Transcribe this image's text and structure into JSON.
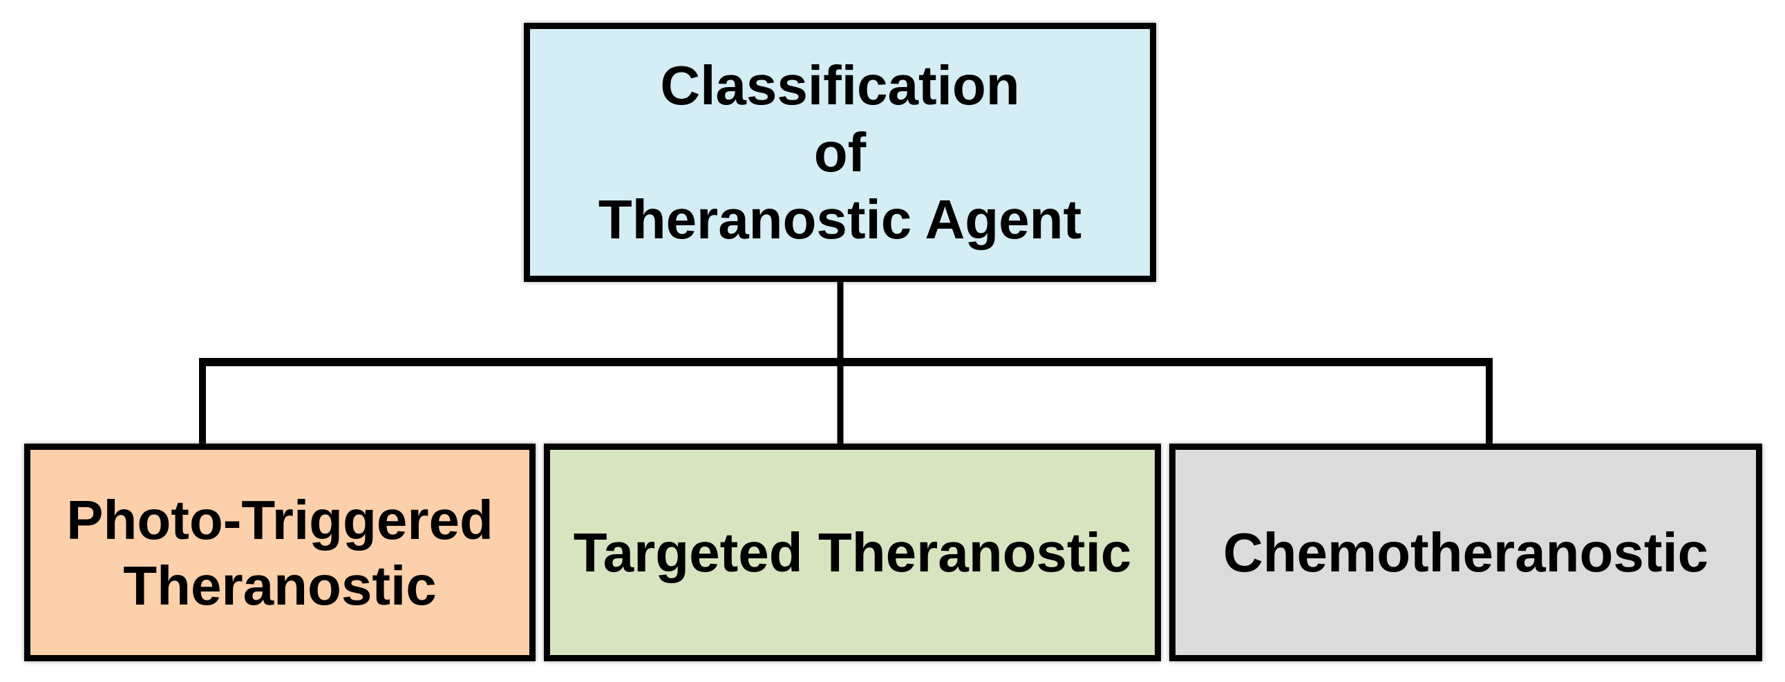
{
  "figure": {
    "type": "flowchart",
    "background_color": "#FFFFFF",
    "border_color": "#000000",
    "connector_color": "#000000",
    "root": {
      "label_lines": [
        "Classification",
        "of",
        "Theranostic Agent"
      ],
      "bg_color": "#D5EDF5"
    },
    "children": [
      {
        "label_lines": [
          "Photo-Triggered",
          "Theranostic"
        ],
        "bg_color": "#FBD0AA"
      },
      {
        "label_lines": [
          "Targeted Theranostic"
        ],
        "bg_color": "#D7E4C0"
      },
      {
        "label_lines": [
          "Chemotheranostic"
        ],
        "bg_color": "#DBDBDB"
      }
    ]
  }
}
